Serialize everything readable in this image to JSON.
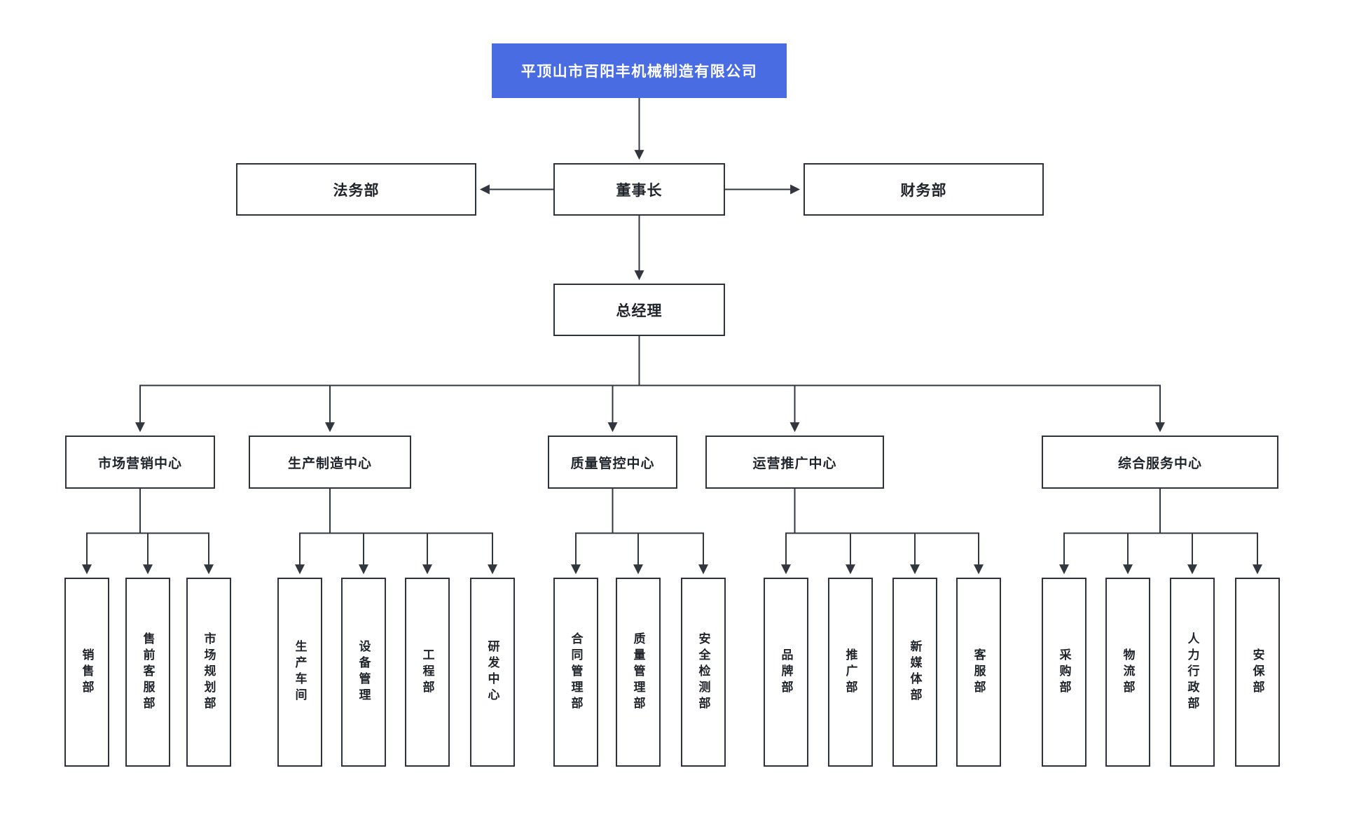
{
  "colors": {
    "root_bg": "#4A6CE2",
    "root_text": "#FFFFFF",
    "box_border": "#2E333B",
    "line": "#32373F",
    "text": "#1F242B",
    "page_bg": "#FFFFFF"
  },
  "org": {
    "root": "平顶山市百阳丰机械制造有限公司",
    "board_row": {
      "legal": "法务部",
      "chairman": "董事长",
      "finance": "财务部"
    },
    "general_manager": "总经理",
    "centers": [
      {
        "label": "市场营销中心",
        "departments": [
          "销售部",
          "售前客服部",
          "市场规划部"
        ]
      },
      {
        "label": "生产制造中心",
        "departments": [
          "生产车间",
          "设备管理",
          "工程部",
          "研发中心"
        ]
      },
      {
        "label": "质量管控中心",
        "departments": [
          "合同管理部",
          "质量管理部",
          "安全检测部"
        ]
      },
      {
        "label": "运营推广中心",
        "departments": [
          "品牌部",
          "推广部",
          "新媒体部",
          "客服部"
        ]
      },
      {
        "label": "综合服务中心",
        "departments": [
          "采购部",
          "物流部",
          "人力行政部",
          "安保部"
        ]
      }
    ]
  }
}
